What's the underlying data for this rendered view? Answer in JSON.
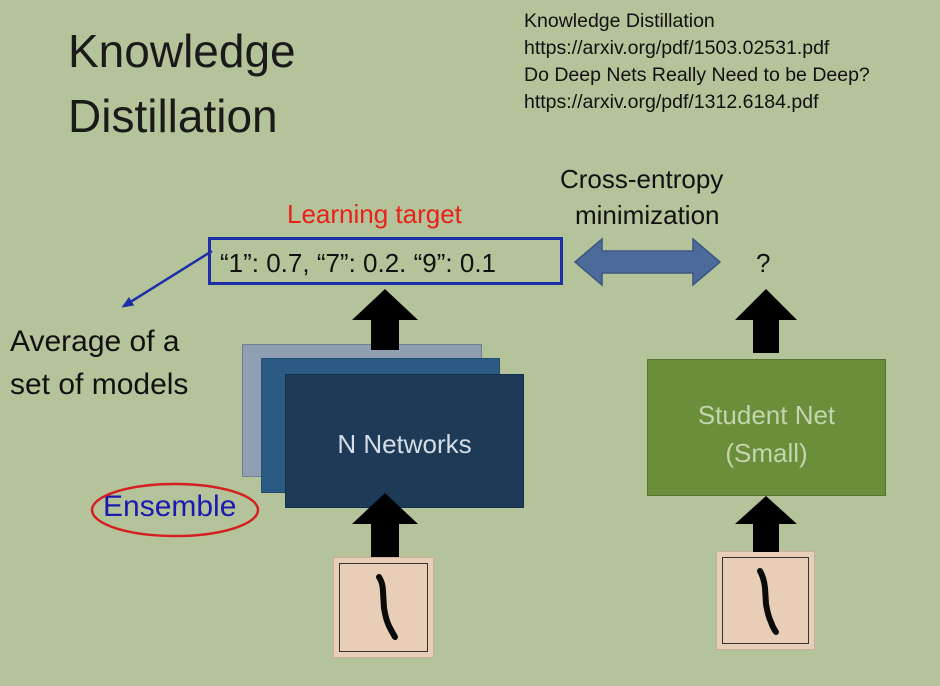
{
  "title": {
    "line1": "Knowledge",
    "line2": "Distillation"
  },
  "references": [
    "Knowledge Distillation",
    "https://arxiv.org/pdf/1503.02531.pdf",
    "Do Deep Nets Really Need to be Deep?",
    "https://arxiv.org/pdf/1312.6184.pdf"
  ],
  "learning_target_label": "Learning target",
  "target_distribution": "“1”: 0.7, “7”: 0.2. “9”: 0.1",
  "loss_label": {
    "line1": "Cross-entropy",
    "line2": "minimization"
  },
  "student_output": "?",
  "average_label": {
    "line1": "Average of a",
    "line2": "set of models"
  },
  "teacher_label": "N Networks",
  "student_label": {
    "line1": "Student Net",
    "line2": "(Small)"
  },
  "ensemble_label": "Ensemble",
  "colors": {
    "background": "#b4c39a",
    "title_text": "#1a1a1a",
    "learning_target": "#e8211a",
    "ensemble_text": "#1a1ab0",
    "ensemble_circle": "#d42020",
    "target_box_border": "#1c2fa8",
    "teacher_box_front": "#1d3a57",
    "teacher_box_mid": "#2b5a84",
    "teacher_box_back": "#8fa0b4",
    "student_box": "#6b8e3b",
    "student_text": "#c5d4ad",
    "double_arrow": "#4c6b9a",
    "digit_tile": "#e8cdb7"
  }
}
